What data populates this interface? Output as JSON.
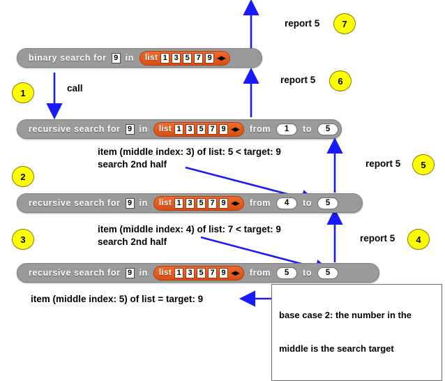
{
  "diagram": {
    "title": "binary search recursion trace",
    "accent_block_color": "#9a9a9a",
    "accent_list_color": "#e0561c",
    "accent_arrow_color": "#1a1aff",
    "accent_circle_color": "#ffff00"
  },
  "blocks": [
    {
      "id": "binary-search-block",
      "words": {
        "w1": "binary search for",
        "w2": "in"
      },
      "target": "9",
      "list": {
        "label": "list",
        "items": [
          "1",
          "3",
          "5",
          "7",
          "9"
        ],
        "scroll_icon": "◀▶"
      },
      "range": null
    },
    {
      "id": "recursive-search-block-1",
      "words": {
        "w1": "recursive search for",
        "w2": "in",
        "w3": "from",
        "w4": "to"
      },
      "target": "9",
      "list": {
        "label": "list",
        "items": [
          "1",
          "3",
          "5",
          "7",
          "9"
        ],
        "scroll_icon": "◀▶"
      },
      "range": {
        "from": "1",
        "to": "5"
      }
    },
    {
      "id": "recursive-search-block-2",
      "words": {
        "w1": "recursive search for",
        "w2": "in",
        "w3": "from",
        "w4": "to"
      },
      "target": "9",
      "list": {
        "label": "list",
        "items": [
          "1",
          "3",
          "5",
          "7",
          "9"
        ],
        "scroll_icon": "◀▶"
      },
      "range": {
        "from": "4",
        "to": "5"
      }
    },
    {
      "id": "recursive-search-block-3",
      "words": {
        "w1": "recursive search for",
        "w2": "in",
        "w3": "from",
        "w4": "to"
      },
      "target": "9",
      "list": {
        "label": "list",
        "items": [
          "1",
          "3",
          "5",
          "7",
          "9"
        ],
        "scroll_icon": "◀▶"
      },
      "range": {
        "from": "5",
        "to": "5"
      }
    }
  ],
  "step_markers": [
    {
      "n": "1"
    },
    {
      "n": "2"
    },
    {
      "n": "3"
    },
    {
      "n": "4"
    },
    {
      "n": "5"
    },
    {
      "n": "6"
    },
    {
      "n": "7"
    }
  ],
  "labels": {
    "call": "call",
    "report_7": "report 5",
    "report_6": "report 5",
    "report_5": "report 5",
    "report_4": "report 5",
    "note_1_line1": "item (middle index: 3) of list: 5 < target: 9",
    "note_1_line2": "search 2nd half",
    "note_2_line1": "item (middle index: 4) of list: 7 < target: 9",
    "note_2_line2": "search 2nd half",
    "note_3": "item (middle index: 5) of list = target: 9",
    "callout_line1": "base case 2: the number in the",
    "callout_line2": "middle is the search target"
  }
}
